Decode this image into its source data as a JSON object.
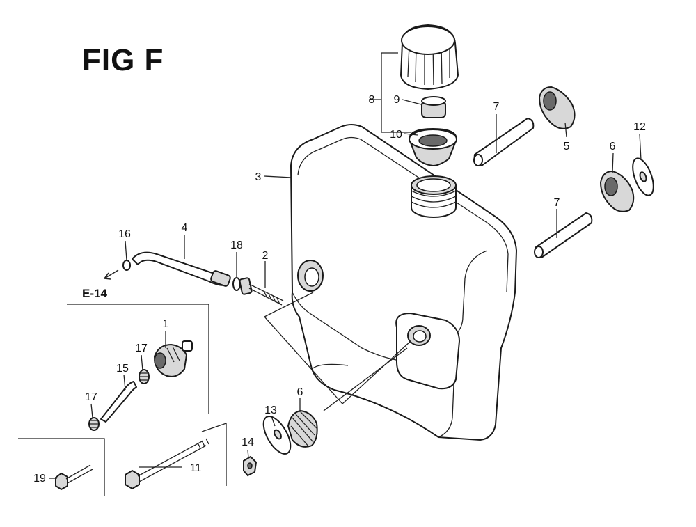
{
  "title": "FIG F",
  "ref_label": "E-14",
  "labels": {
    "p1": "1",
    "p2": "2",
    "p3": "3",
    "p4": "4",
    "p5": "5",
    "p6a": "6",
    "p6b": "6",
    "p7a": "7",
    "p7b": "7",
    "p8": "8",
    "p9": "9",
    "p10": "10",
    "p11": "11",
    "p12": "12",
    "p13": "13",
    "p14": "14",
    "p15": "15",
    "p16": "16",
    "p17a": "17",
    "p17b": "17",
    "p18": "18",
    "p19": "19"
  }
}
